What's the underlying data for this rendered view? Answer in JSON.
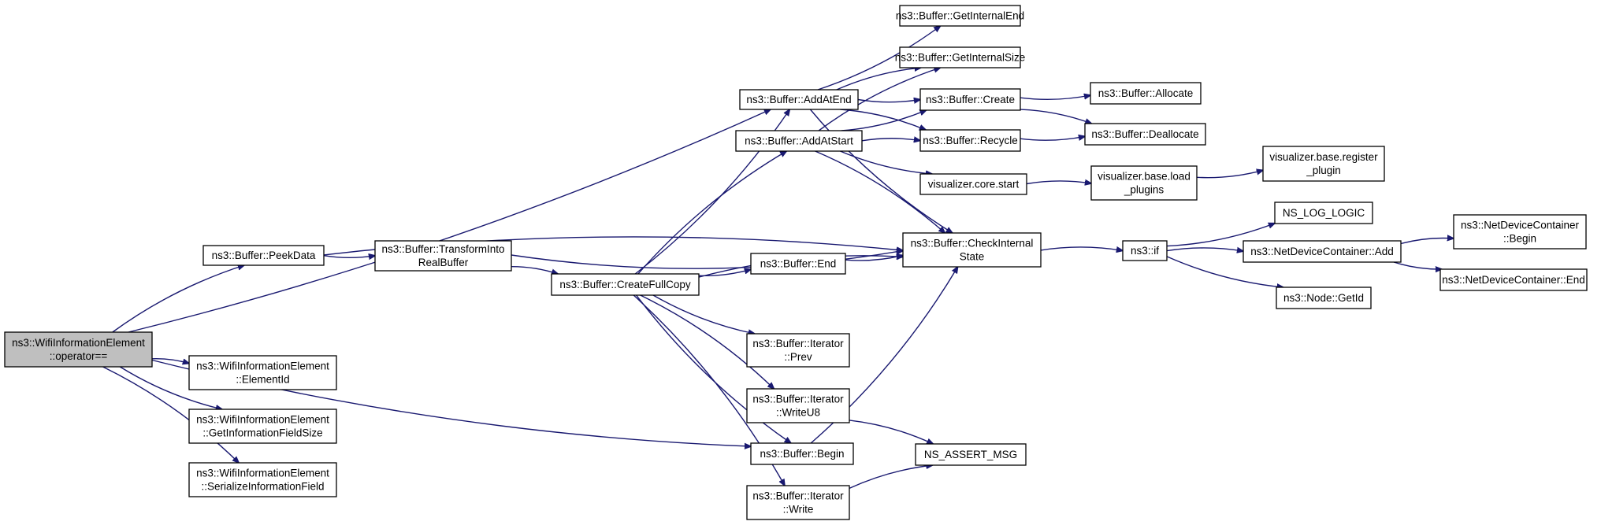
{
  "graph": {
    "nodes": [
      {
        "id": "op_eq",
        "lines": [
          "ns3::WifiInformationElement",
          "::operator=="
        ],
        "root": true
      },
      {
        "id": "peekdata",
        "lines": [
          "ns3::Buffer::PeekData"
        ]
      },
      {
        "id": "elementid",
        "lines": [
          "ns3::WifiInformationElement",
          "::ElementId"
        ]
      },
      {
        "id": "getinfosize",
        "lines": [
          "ns3::WifiInformationElement",
          "::GetInformationFieldSize"
        ]
      },
      {
        "id": "serialize",
        "lines": [
          "ns3::WifiInformationElement",
          "::SerializeInformationField"
        ]
      },
      {
        "id": "transform",
        "lines": [
          "ns3::Buffer::TransformInto",
          "RealBuffer"
        ]
      },
      {
        "id": "createfull",
        "lines": [
          "ns3::Buffer::CreateFullCopy"
        ]
      },
      {
        "id": "addatend",
        "lines": [
          "ns3::Buffer::AddAtEnd"
        ]
      },
      {
        "id": "addatstart",
        "lines": [
          "ns3::Buffer::AddAtStart"
        ]
      },
      {
        "id": "end",
        "lines": [
          "ns3::Buffer::End"
        ]
      },
      {
        "id": "iterprev",
        "lines": [
          "ns3::Buffer::Iterator",
          "::Prev"
        ]
      },
      {
        "id": "iterwriteu8",
        "lines": [
          "ns3::Buffer::Iterator",
          "::WriteU8"
        ]
      },
      {
        "id": "begin",
        "lines": [
          "ns3::Buffer::Begin"
        ]
      },
      {
        "id": "iterwrite",
        "lines": [
          "ns3::Buffer::Iterator",
          "::Write"
        ]
      },
      {
        "id": "getinternalend",
        "lines": [
          "ns3::Buffer::GetInternalEnd"
        ]
      },
      {
        "id": "getinternalsize",
        "lines": [
          "ns3::Buffer::GetInternalSize"
        ]
      },
      {
        "id": "create",
        "lines": [
          "ns3::Buffer::Create"
        ]
      },
      {
        "id": "recycle",
        "lines": [
          "ns3::Buffer::Recycle"
        ]
      },
      {
        "id": "vcorestart",
        "lines": [
          "visualizer.core.start"
        ]
      },
      {
        "id": "checkinternal",
        "lines": [
          "ns3::Buffer::CheckInternal",
          "State"
        ]
      },
      {
        "id": "assertmsg",
        "lines": [
          "NS_ASSERT_MSG"
        ]
      },
      {
        "id": "allocate",
        "lines": [
          "ns3::Buffer::Allocate"
        ]
      },
      {
        "id": "deallocate",
        "lines": [
          "ns3::Buffer::Deallocate"
        ]
      },
      {
        "id": "loadplugins",
        "lines": [
          "visualizer.base.load",
          "_plugins"
        ]
      },
      {
        "id": "nsif",
        "lines": [
          "ns3::if"
        ]
      },
      {
        "id": "registerplugin",
        "lines": [
          "visualizer.base.register",
          "_plugin"
        ]
      },
      {
        "id": "loglogic",
        "lines": [
          "NS_LOG_LOGIC"
        ]
      },
      {
        "id": "ndcadd",
        "lines": [
          "ns3::NetDeviceContainer::Add"
        ]
      },
      {
        "id": "nodegetid",
        "lines": [
          "ns3::Node::GetId"
        ]
      },
      {
        "id": "ndcbegin",
        "lines": [
          "ns3::NetDeviceContainer",
          "::Begin"
        ]
      },
      {
        "id": "ndcend",
        "lines": [
          "ns3::NetDeviceContainer::End"
        ]
      }
    ],
    "edges": [
      {
        "from": "op_eq",
        "to": "addatend"
      },
      {
        "from": "op_eq",
        "to": "peekdata"
      },
      {
        "from": "op_eq",
        "to": "begin"
      },
      {
        "from": "op_eq",
        "to": "elementid"
      },
      {
        "from": "op_eq",
        "to": "getinfosize"
      },
      {
        "from": "op_eq",
        "to": "serialize"
      },
      {
        "from": "peekdata",
        "to": "transform"
      },
      {
        "from": "peekdata",
        "to": "checkinternal"
      },
      {
        "from": "transform",
        "to": "checkinternal"
      },
      {
        "from": "transform",
        "to": "createfull"
      },
      {
        "from": "createfull",
        "to": "addatend"
      },
      {
        "from": "createfull",
        "to": "addatstart"
      },
      {
        "from": "createfull",
        "to": "end"
      },
      {
        "from": "createfull",
        "to": "checkinternal"
      },
      {
        "from": "createfull",
        "to": "iterprev"
      },
      {
        "from": "createfull",
        "to": "iterwriteu8"
      },
      {
        "from": "createfull",
        "to": "begin"
      },
      {
        "from": "createfull",
        "to": "iterwrite"
      },
      {
        "from": "addatend",
        "to": "getinternalend"
      },
      {
        "from": "addatend",
        "to": "getinternalsize"
      },
      {
        "from": "addatend",
        "to": "create"
      },
      {
        "from": "addatend",
        "to": "recycle"
      },
      {
        "from": "addatend",
        "to": "checkinternal"
      },
      {
        "from": "addatstart",
        "to": "getinternalsize"
      },
      {
        "from": "addatstart",
        "to": "create"
      },
      {
        "from": "addatstart",
        "to": "recycle"
      },
      {
        "from": "addatstart",
        "to": "vcorestart"
      },
      {
        "from": "addatstart",
        "to": "checkinternal"
      },
      {
        "from": "end",
        "to": "checkinternal"
      },
      {
        "from": "iterwriteu8",
        "to": "assertmsg"
      },
      {
        "from": "begin",
        "to": "checkinternal"
      },
      {
        "from": "iterwrite",
        "to": "assertmsg"
      },
      {
        "from": "create",
        "to": "allocate"
      },
      {
        "from": "create",
        "to": "deallocate"
      },
      {
        "from": "recycle",
        "to": "deallocate"
      },
      {
        "from": "vcorestart",
        "to": "loadplugins"
      },
      {
        "from": "loadplugins",
        "to": "registerplugin"
      },
      {
        "from": "checkinternal",
        "to": "nsif"
      },
      {
        "from": "nsif",
        "to": "loglogic"
      },
      {
        "from": "nsif",
        "to": "ndcadd"
      },
      {
        "from": "nsif",
        "to": "nodegetid"
      },
      {
        "from": "ndcadd",
        "to": "ndcbegin"
      },
      {
        "from": "ndcadd",
        "to": "ndcend"
      }
    ]
  }
}
